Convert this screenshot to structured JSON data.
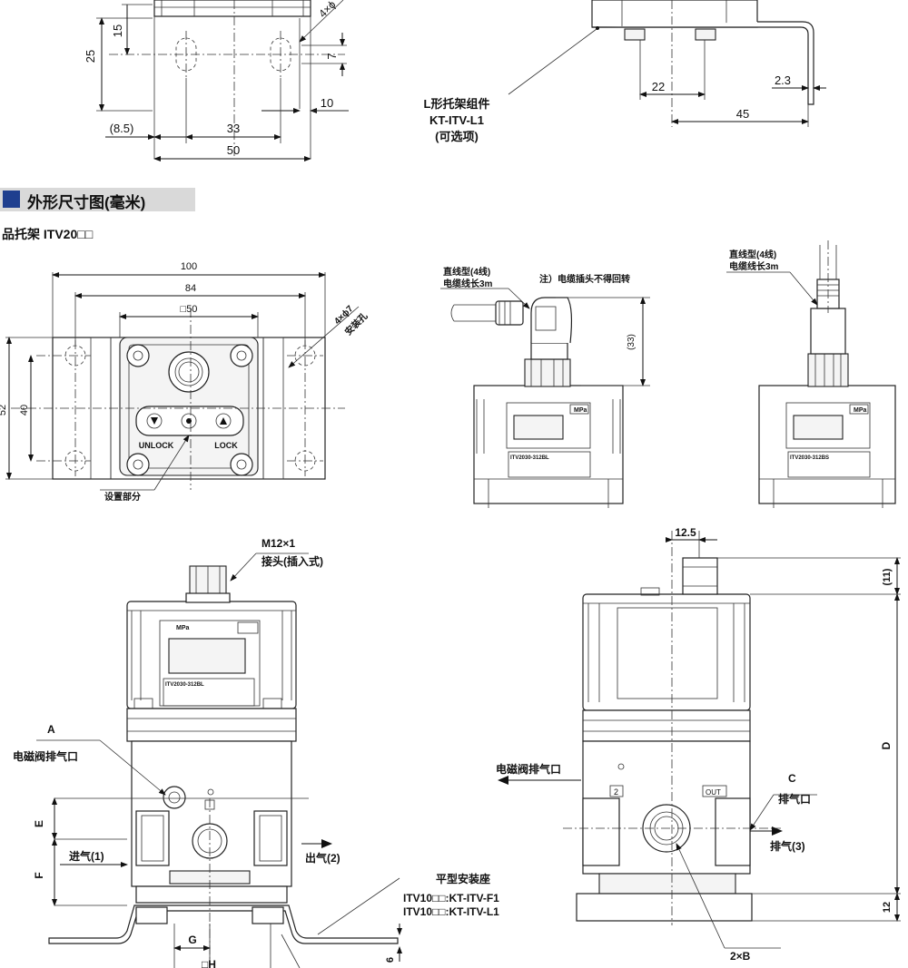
{
  "section": {
    "title": "外形尺寸图(毫米)",
    "accent_color": "#1f3f8f"
  },
  "subtitle": "品托架 ITV20□□",
  "top_bracket": {
    "dims": [
      "25",
      "15",
      "7",
      "10",
      "(8.5)",
      "33",
      "50",
      "22",
      "2.3",
      "45"
    ],
    "hole_label": "4×ϕ",
    "callout": [
      "L形托架组件",
      "KT-ITV-L1",
      "(可选项)"
    ]
  },
  "bracket_view": {
    "dims": [
      "100",
      "84",
      "□50",
      "52",
      "40"
    ],
    "hole_label": [
      "4×ϕ7",
      "安装孔"
    ],
    "unlock": "UNLOCK",
    "lock": "LOCK",
    "setting": "设置部分"
  },
  "cable_straight_angled": {
    "label": [
      "直线型(4线)",
      "电缆线长3m"
    ],
    "note": "注）电缆插头不得回转",
    "dim": "(33)"
  },
  "cable_straight_vertical": {
    "label": [
      "直线型(4线)",
      "电缆线长3m"
    ]
  },
  "panel": {
    "unit": "MPa",
    "model": "ITV2030-312BL",
    "model_b": "ITV2030-312BS"
  },
  "front_view": {
    "connector": [
      "M12×1",
      "接头(插入式)"
    ],
    "a_label": "A",
    "solenoid_exhaust": "电磁阀排气口",
    "inlet": "进气(1)",
    "outlet": "出气(2)",
    "dims": [
      "E",
      "F",
      "G",
      "□H",
      "6"
    ]
  },
  "side_view": {
    "dims": [
      "12.5",
      "(11)",
      "D",
      "12"
    ],
    "solenoid_exhaust": "电磁阀排气口",
    "c_label": "C",
    "exhaust": "排气口",
    "exhaust3": "排气(3)",
    "port2": "2",
    "out": "OUT",
    "mount_title": "平型安装座",
    "mount_f1": "ITV10□□:KT-ITV-F1",
    "mount_l1": "ITV10□□:KT-ITV-L1",
    "bottom": "2×B"
  }
}
